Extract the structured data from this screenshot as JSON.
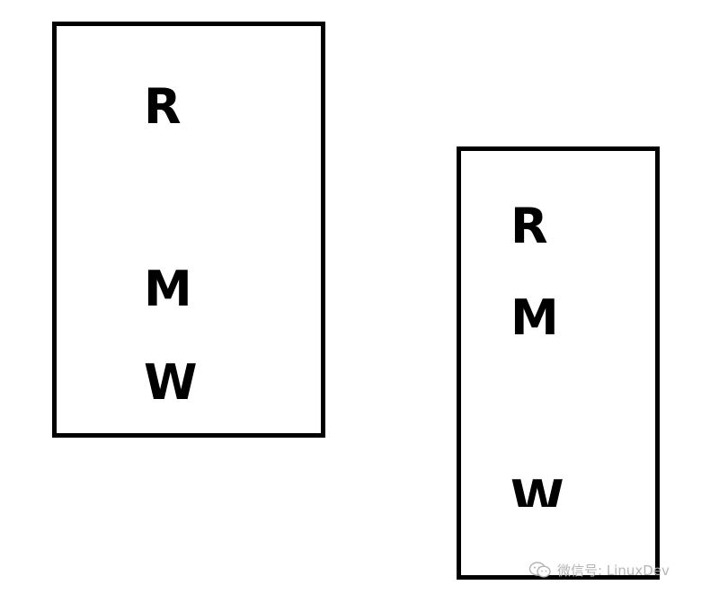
{
  "boxes": {
    "left": {
      "letters": [
        "R",
        "M",
        "W"
      ]
    },
    "right": {
      "letters": [
        "R",
        "M",
        "W"
      ]
    }
  },
  "watermark": {
    "text": "微信号: LinuxDev",
    "icon": "wechat-icon"
  },
  "colors": {
    "stroke": "#000000",
    "background": "#ffffff",
    "watermark": "#b5b5b5"
  }
}
